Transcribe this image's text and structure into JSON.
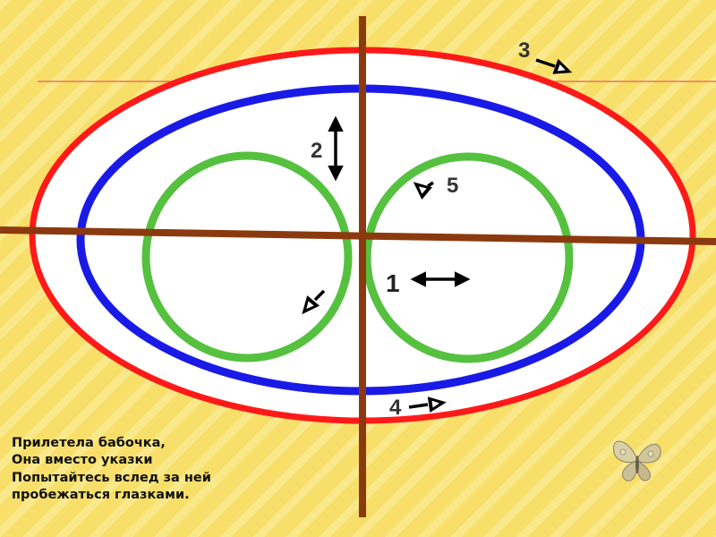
{
  "labels": {
    "one": "1",
    "two": "2",
    "three": "3",
    "four": "4",
    "five": "5"
  },
  "caption": [
    "Прилетела бабочка,",
    "Она вместо указки",
    "Попытайтесь вслед за ней",
    "пробежаться глазками."
  ],
  "colors": {
    "background": "#f7df6a",
    "stripe": "#fae98a",
    "red_ring": "#ff1a1a",
    "blue_ring": "#1a1ae6",
    "green_ring": "#55c13f",
    "brown_line": "#8b3a0f",
    "thin_line": "#e07a60"
  },
  "icons": {
    "decoration": "butterfly-icon",
    "pointer": "cursor-arrow-icon"
  }
}
